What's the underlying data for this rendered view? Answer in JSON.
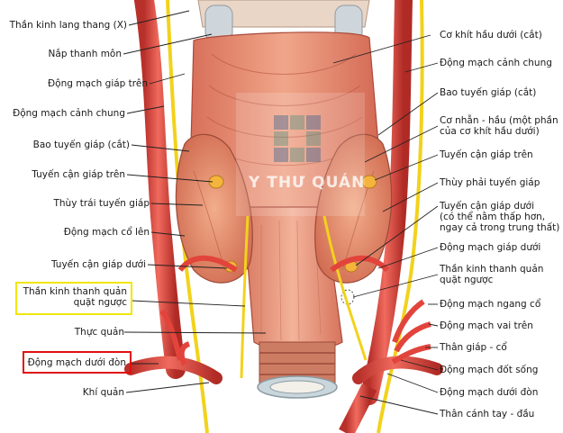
{
  "labels_left": [
    "Thần kinh lang thang (X)",
    "Nắp thanh môn",
    "Động mạch giáp trên",
    "Động mạch cảnh chung",
    "Bao tuyến giáp (cắt)",
    "Tuyến cận giáp trên",
    "Thùy trái tuyến giáp",
    "Động mạch cổ lên",
    "Tuyến cận giáp dưới",
    [
      "Thần kinh thanh quản",
      "quặt ngược"
    ],
    "Thực quản",
    "Động mạch dưới đòn",
    "Khí quản"
  ],
  "labels_right": [
    "Cơ khít hầu dưới (cắt)",
    "Động mạch cảnh chung",
    "Bao tuyến giáp (cắt)",
    [
      "Cơ nhẫn - hầu (một phần",
      "của cơ khít hầu dưới)"
    ],
    "Tuyến cận giáp trên",
    "Thùy phải tuyến giáp",
    [
      "Tuyến cận giáp dưới",
      "(có thể nằm thấp hơn,",
      "ngay cả trong trung thất)"
    ],
    "Động mạch giáp dưới",
    [
      "Thần kinh thanh quản",
      "quặt ngược"
    ],
    "Động mạch ngang cổ",
    "Động mạch vai trên",
    "Thân giáp - cổ",
    "Động mạch đốt sống",
    "Động mạch dưới đòn",
    "Thân cánh tay - đầu"
  ],
  "highlights": {
    "yellow_box": "Thần kinh thanh quản quặt ngược",
    "red_box": "Động mạch dưới đòn",
    "yellow_color": "#f2e600",
    "red_color": "#e01010"
  },
  "watermark": {
    "text": "Y THƯ QUÁN"
  },
  "colors": {
    "artery": "#e2443c",
    "artery_dark": "#b52a25",
    "nerve": "#f2d21c",
    "thyroid": "#e8926a",
    "pharynx": "#e58c72",
    "esophagus": "#e9967d",
    "parathyroid": "#f5b43c",
    "trachea": "#d98a6c",
    "leader_line": "#222222"
  }
}
